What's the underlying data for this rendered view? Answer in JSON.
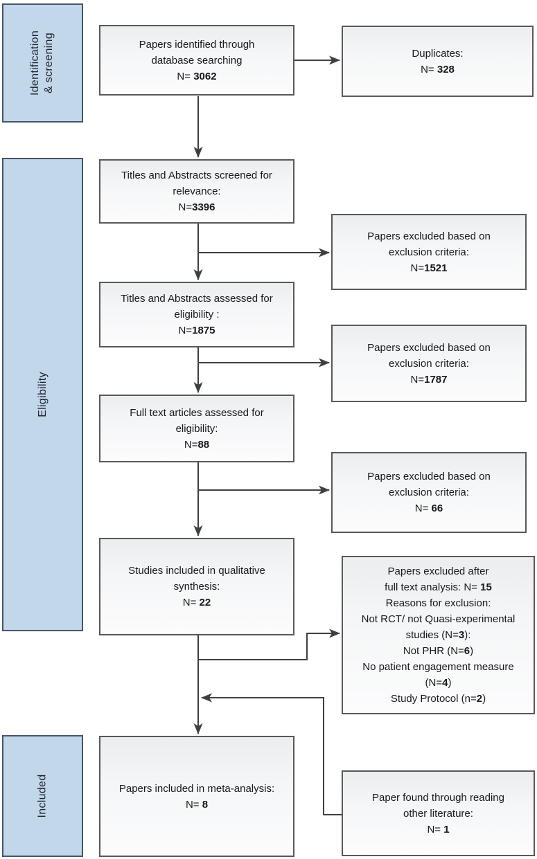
{
  "sidebar": {
    "identification": {
      "line1": "Identification",
      "line2": "& screening"
    },
    "eligibility": "Eligibility",
    "included": "Included"
  },
  "boxes": {
    "identified": {
      "line1": "Papers identified through",
      "line2": "database searching",
      "n_label": "N= ",
      "n_value": "3062"
    },
    "duplicates": {
      "line1": "Duplicates:",
      "n_label": "N= ",
      "n_value": "328"
    },
    "screened": {
      "line1": "Titles and Abstracts screened for",
      "line2": "relevance:",
      "n_label": "N=",
      "n_value": "3396"
    },
    "excluded_1": {
      "line1": "Papers excluded based on",
      "line2": "exclusion criteria:",
      "n_label": "N=",
      "n_value": "1521"
    },
    "abstracts": {
      "line1": "Titles and Abstracts assessed for",
      "line2": "eligibility :",
      "n_label": "N=",
      "n_value": "1875"
    },
    "excluded_2": {
      "line1": "Papers excluded based on",
      "line2": "exclusion criteria:",
      "n_label": "N=",
      "n_value": "1787"
    },
    "fulltext": {
      "line1": "Full text articles assessed for",
      "line2": "eligibility:",
      "n_label": "N=",
      "n_value": "88"
    },
    "excluded_3": {
      "line1": "Papers excluded based on",
      "line2": "exclusion criteria:",
      "n_label": "N= ",
      "n_value": "66"
    },
    "qualitative": {
      "line1": "Studies included in qualitative",
      "line2": "synthesis:",
      "n_label": "N= ",
      "n_value": "22"
    },
    "excluded_fulltext": {
      "lines": [
        {
          "pre": "Papers excluded after",
          "num": "",
          "post": ""
        },
        {
          "pre": "full text analysis: N= ",
          "num": "15",
          "post": ""
        },
        {
          "pre": "Reasons for exclusion:",
          "num": "",
          "post": ""
        },
        {
          "pre": "Not RCT/ not Quasi-experimental",
          "num": "",
          "post": ""
        },
        {
          "pre": "studies (N=",
          "num": "3",
          "post": "):"
        },
        {
          "pre": "Not PHR (N=",
          "num": "6",
          "post": ")"
        },
        {
          "pre": "No patient engagement measure",
          "num": "",
          "post": ""
        },
        {
          "pre": "(N=",
          "num": "4",
          "post": ")"
        },
        {
          "pre": "Study Protocol (n=",
          "num": "2",
          "post": ")"
        }
      ]
    },
    "meta_analysis": {
      "line1": "Papers included in meta-analysis:",
      "n_label": "N= ",
      "n_value": "8"
    },
    "other_literature": {
      "line1": "Paper found through reading",
      "line2": "other literature:",
      "n_label": "N= ",
      "n_value": "1"
    }
  },
  "colors": {
    "sidebar_fill": "#c3d7ea",
    "sidebar_border": "#44546a",
    "box_border": "#57585a",
    "arrow": "#3f3f3f"
  }
}
